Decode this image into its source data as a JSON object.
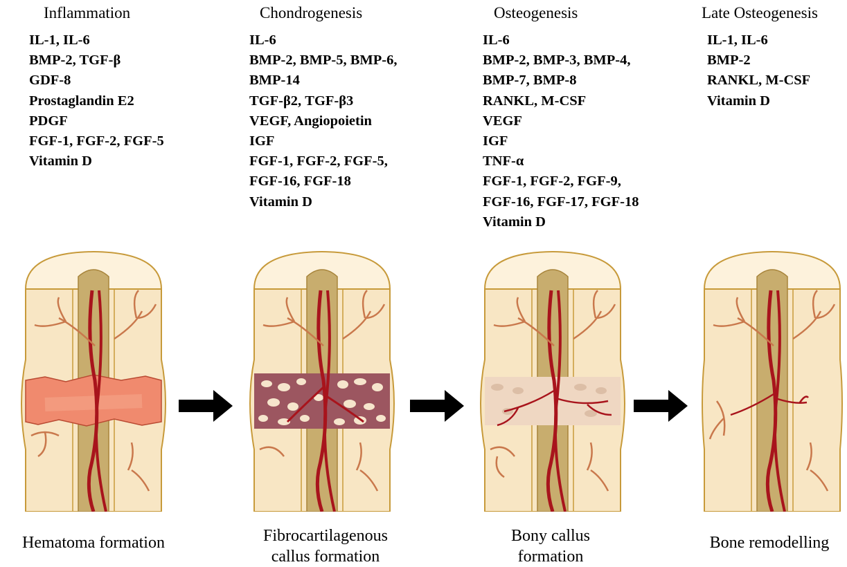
{
  "stages": [
    {
      "title": "Inflammation",
      "factors": [
        "IL-1, IL-6",
        "BMP-2, TGF-β",
        "GDF-8",
        "Prostaglandin E2",
        "PDGF",
        "FGF-1, FGF-2, FGF-5",
        "Vitamin D"
      ],
      "caption": [
        "Hematoma formation"
      ]
    },
    {
      "title": "Chondrogenesis",
      "factors": [
        "IL-6",
        "BMP-2, BMP-5, BMP-6,",
        "BMP-14",
        "TGF-β2, TGF-β3",
        "VEGF, Angiopoietin",
        "IGF",
        "FGF-1, FGF-2, FGF-5,",
        "FGF-16, FGF-18",
        "Vitamin D"
      ],
      "caption": [
        "Fibrocartilagenous",
        "callus formation"
      ]
    },
    {
      "title": "Osteogenesis",
      "factors": [
        "IL-6",
        "BMP-2, BMP-3, BMP-4,",
        "BMP-7, BMP-8",
        "RANKL, M-CSF",
        "VEGF",
        "IGF",
        "TNF-α",
        "FGF-1, FGF-2, FGF-9,",
        "FGF-16, FGF-17, FGF-18",
        "Vitamin D"
      ],
      "caption": [
        "Bony callus",
        "formation"
      ]
    },
    {
      "title": "Late Osteogenesis",
      "factors": [
        "IL-1, IL-6",
        "BMP-2",
        "RANKL, M-CSF",
        "Vitamin D"
      ],
      "caption": [
        "Bone remodelling"
      ]
    }
  ],
  "colors": {
    "bone_fill": "#f8e6c4",
    "bone_outline": "#c79a3a",
    "marrow_canal": "#c8ad6e",
    "hematoma": "#f08a6e",
    "cartilage": "#9c5660",
    "vessel": "#a8141c",
    "small_vessel": "#c9784c",
    "arrow": "#000000"
  }
}
